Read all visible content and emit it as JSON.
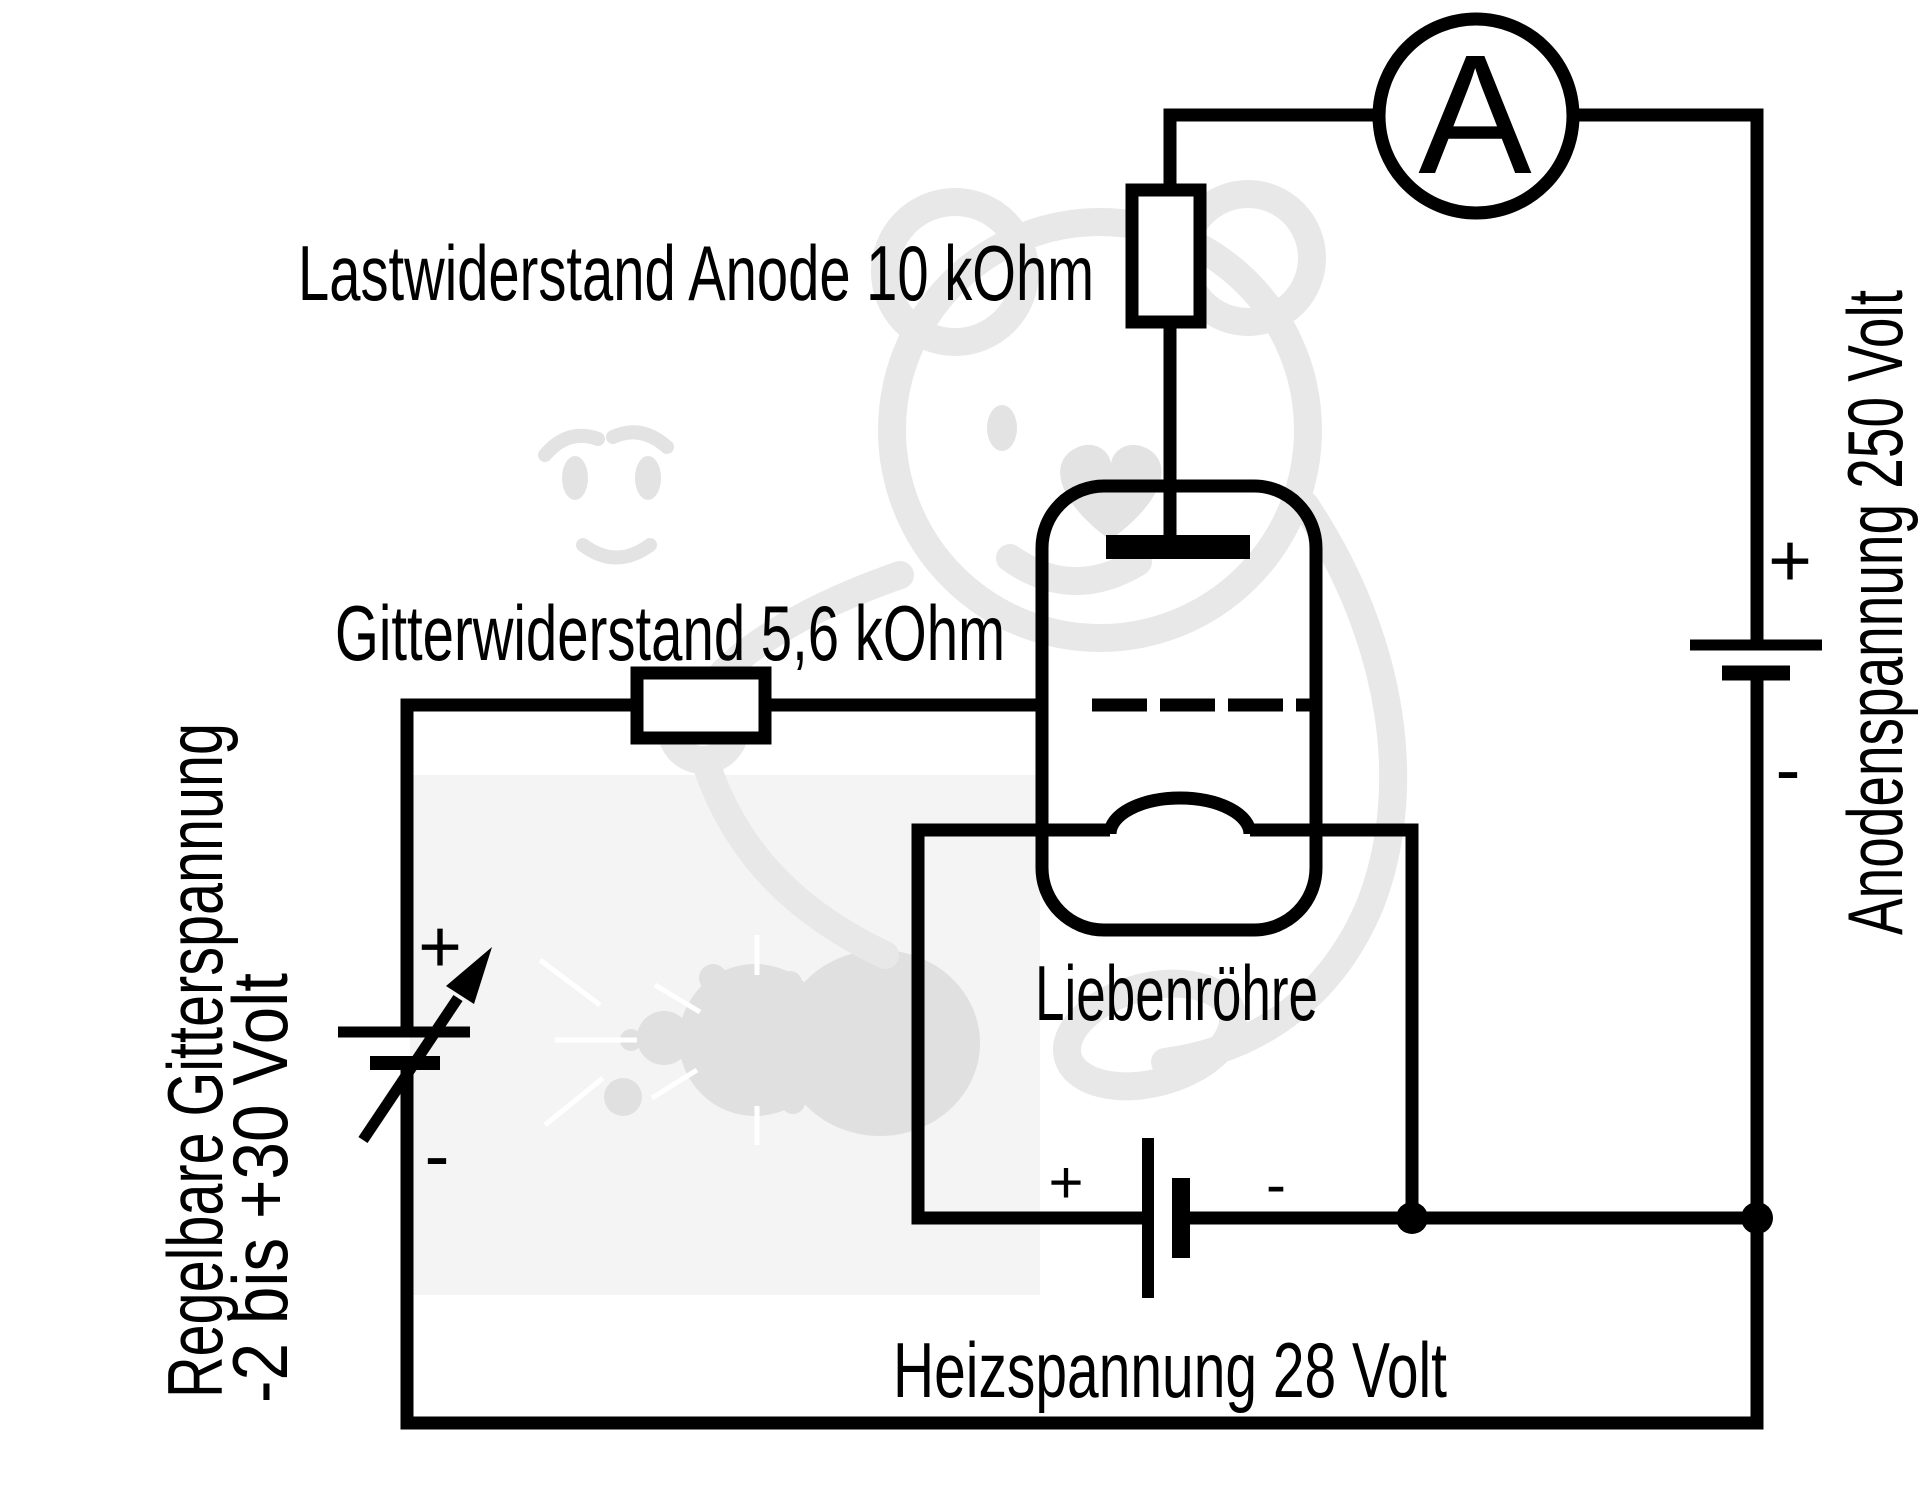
{
  "diagram": {
    "labels": {
      "load_resistor": "Lastwiderstand Anode 10 kOhm",
      "grid_resistor": "Gitterwiderstand 5,6 kOhm",
      "tube": "Liebenröhre",
      "heater_voltage": "Heizspannung 28 Volt",
      "anode_voltage": "Anodenspannung 250 Volt",
      "grid_voltage_line1": "Regelbare Gitterspannung",
      "grid_voltage_line2": "-2 bis +30 Volt",
      "ammeter": "A"
    },
    "polarity": {
      "anode_plus": "+",
      "anode_minus": "-",
      "grid_plus": "+",
      "grid_minus": "-",
      "heater_plus": "+",
      "heater_minus": "-"
    },
    "colors": {
      "line": "#000000",
      "background": "#ffffff",
      "watermark_stroke": "#e8e8e8",
      "watermark_fill": "#e3e3e3",
      "fractal_background": "#f4f4f4",
      "fractal_blob": "#e0e0e0"
    }
  }
}
